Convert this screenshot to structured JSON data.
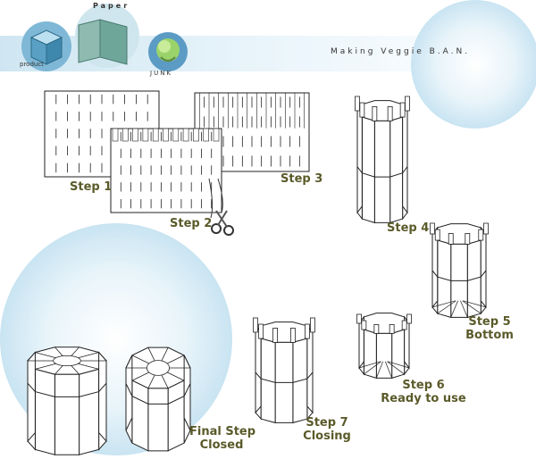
{
  "header": {
    "title": "Making Veggie B.A.N."
  },
  "logo": {
    "word_top": "Paper",
    "word_bottom_left": "product",
    "word_bottom_right": "JUNK"
  },
  "steps": {
    "step1": "Step 1",
    "step2": "Step 2",
    "step3": "Step 3",
    "step4": "Step 4",
    "step5": "Step 5",
    "step5_sub": "Bottom",
    "step6": "Step 6",
    "step6_sub": "Ready to use",
    "step7": "Step 7",
    "step7_sub": "Closing",
    "final": "Final Step",
    "final_sub": "Closed"
  },
  "icons": [
    "box-icon",
    "paper-stack-icon",
    "cabbage-icon",
    "scissors-icon"
  ],
  "colors": {
    "label": "#5a5a2a",
    "bubble": "#dceef7",
    "line": "#222222"
  }
}
